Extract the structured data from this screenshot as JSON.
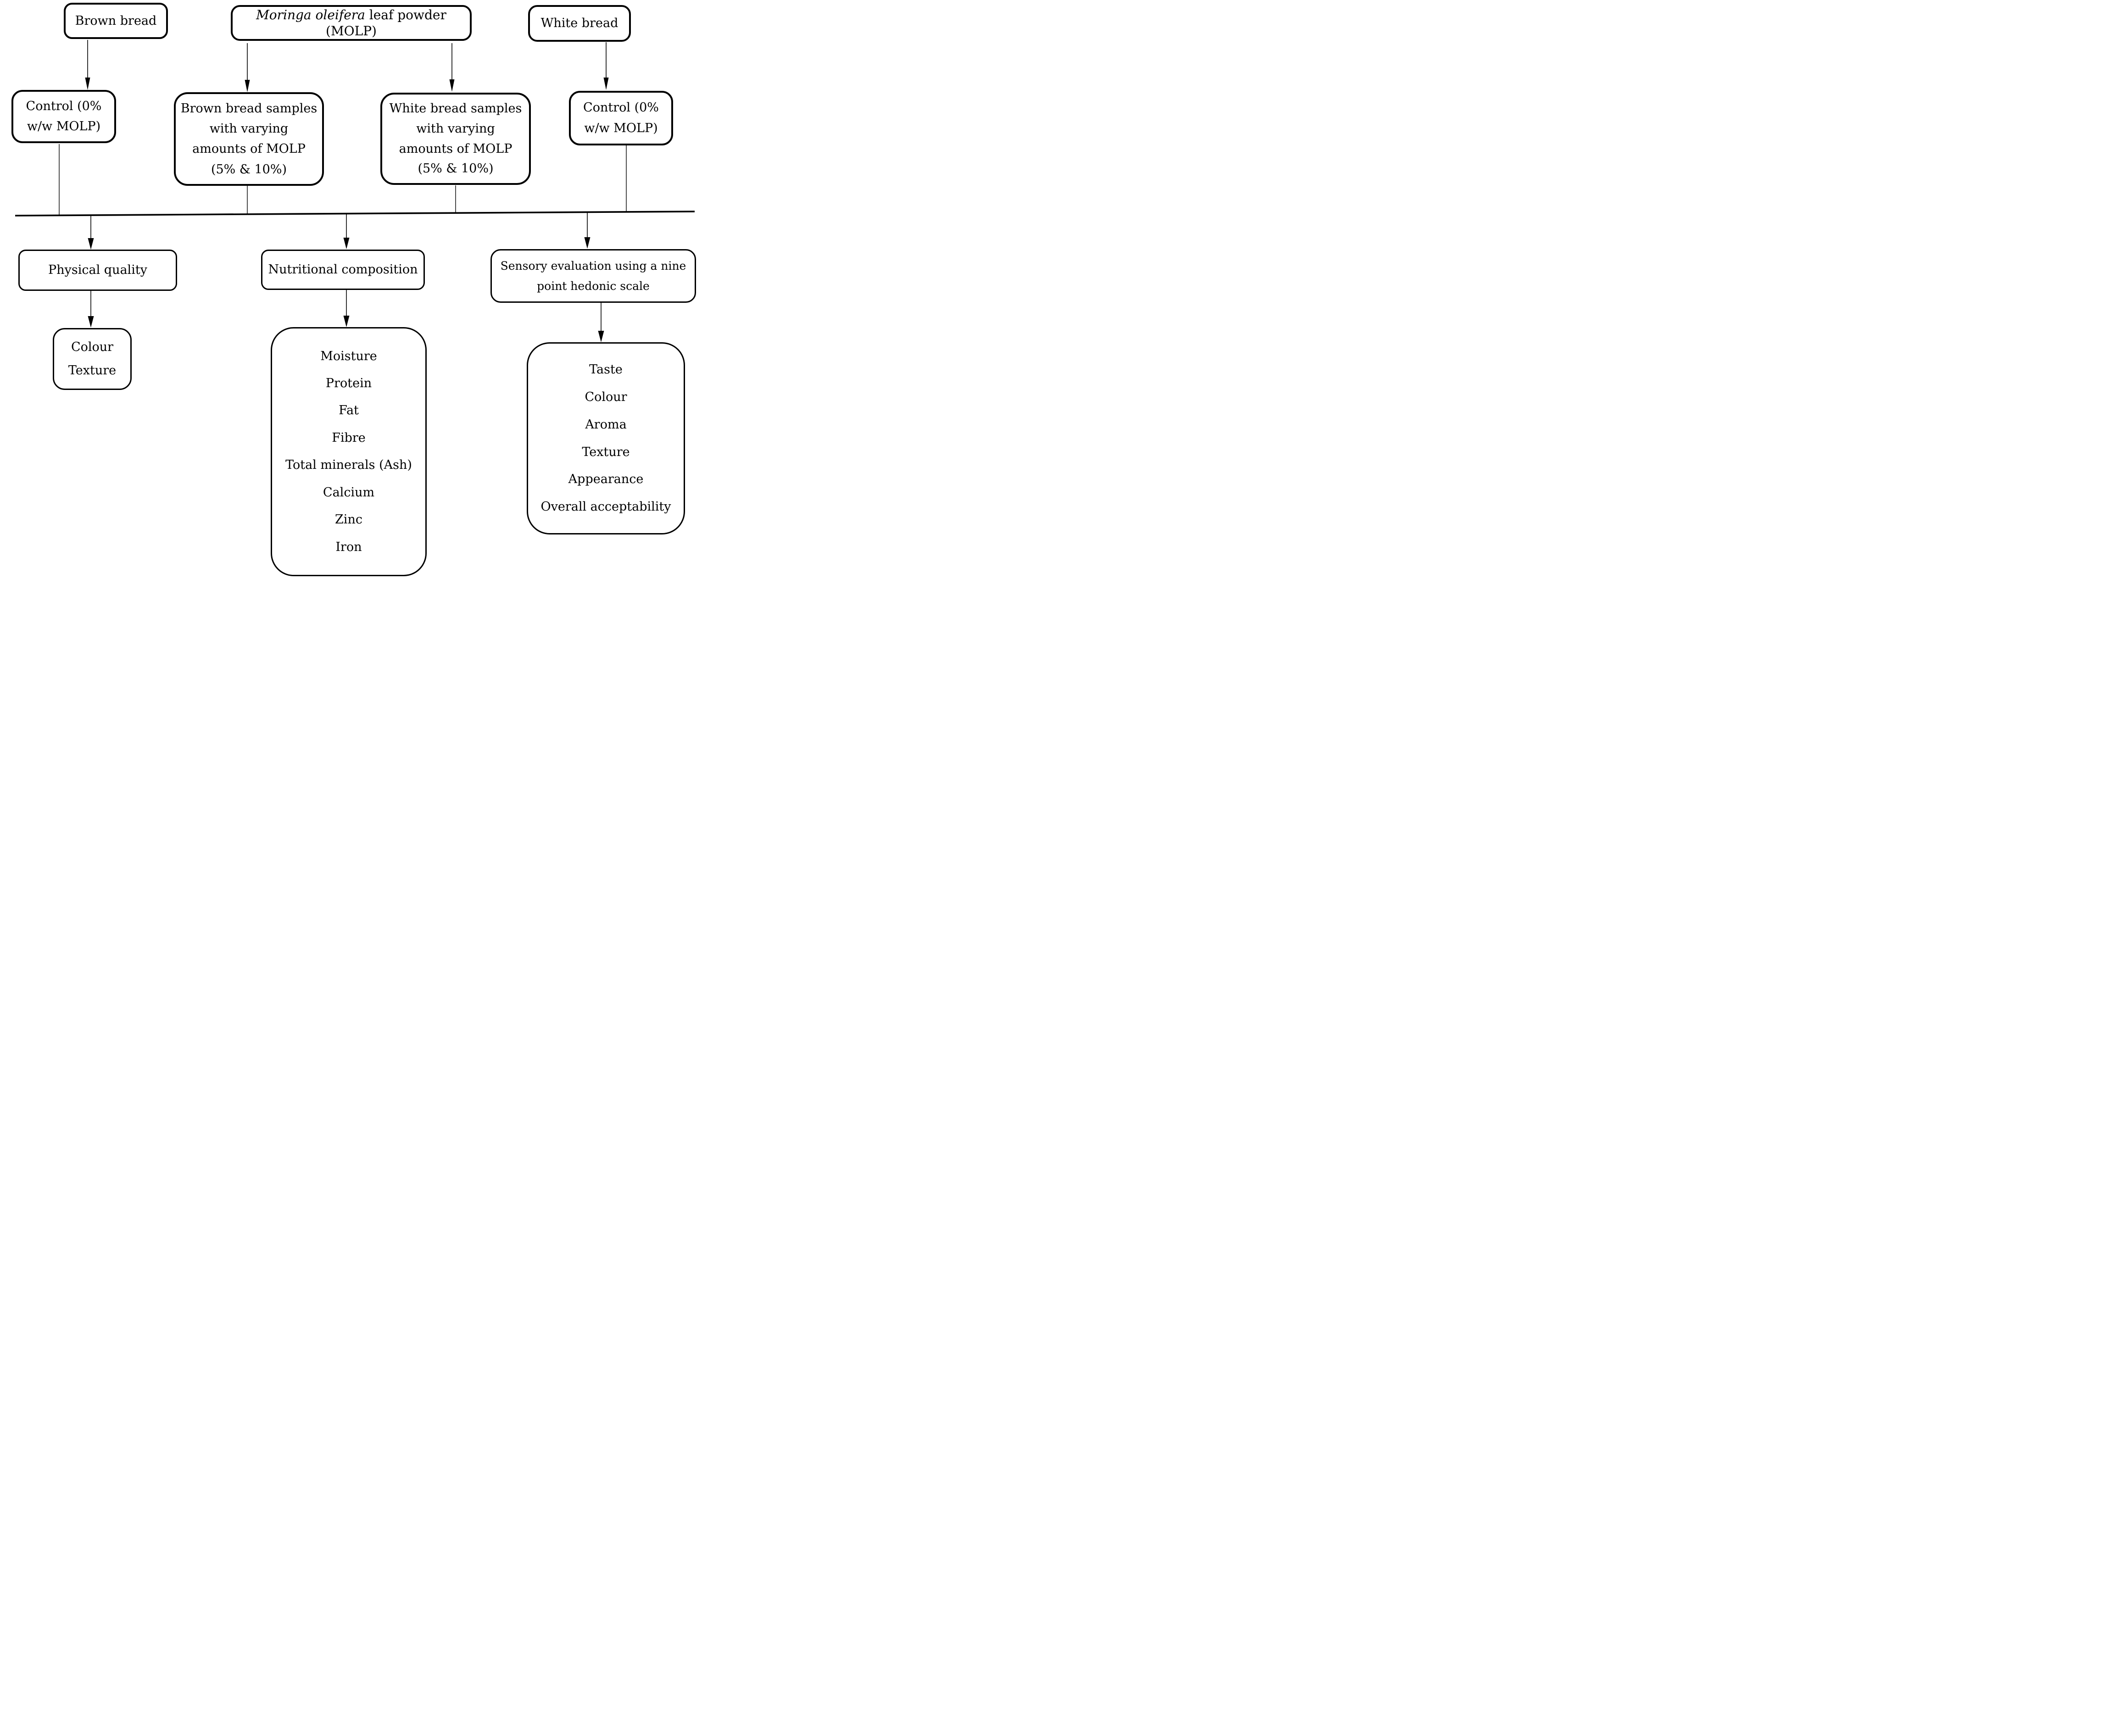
{
  "figure": {
    "background_color": "#ffffff",
    "ink_color": "#000000",
    "type": "flowchart"
  },
  "nodes": {
    "brown_bread": {
      "label": "Brown bread"
    },
    "molp": {
      "label_italic": "Moringa oleifera",
      "label_rest": " leaf powder (MOLP)"
    },
    "white_bread": {
      "label": "White bread"
    },
    "control_left": {
      "lines": [
        "Control (0%",
        "w/w MOLP)"
      ]
    },
    "brown_samples": {
      "lines": [
        "Brown bread samples",
        "with varying",
        "amounts of MOLP",
        "(5% & 10%)"
      ]
    },
    "white_samples": {
      "lines": [
        "White bread samples",
        "with varying",
        "amounts of MOLP",
        "(5% & 10%)"
      ]
    },
    "control_right": {
      "lines": [
        "Control (0%",
        "w/w MOLP)"
      ]
    },
    "physical_quality": {
      "label": "Physical quality"
    },
    "nutritional_composition": {
      "label": "Nutritional composition"
    },
    "sensory_evaluation": {
      "lines": [
        "Sensory evaluation using a nine",
        "point hedonic scale"
      ]
    },
    "physical_attributes": {
      "items": [
        "Colour",
        "Texture"
      ]
    },
    "nutritional_attributes": {
      "items": [
        "Moisture",
        "Protein",
        "Fat",
        "Fibre",
        "Total minerals (Ash)",
        "Calcium",
        "Zinc",
        "Iron"
      ]
    },
    "sensory_attributes": {
      "items": [
        "Taste",
        "Colour",
        "Aroma",
        "Texture",
        "Appearance",
        "Overall acceptability"
      ]
    }
  }
}
